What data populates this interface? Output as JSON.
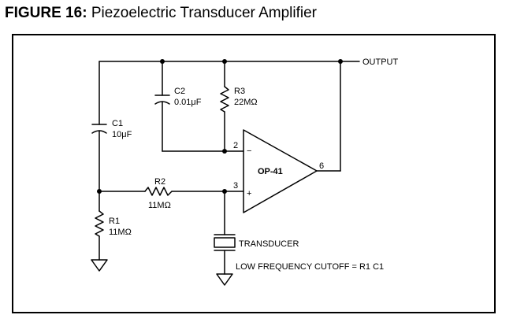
{
  "figure": {
    "number": "FIGURE 16:",
    "title": "Piezoelectric Transducer Amplifier"
  },
  "labels": {
    "output": "OUTPUT",
    "c1_name": "C1",
    "c1_value": "10μF",
    "c2_name": "C2",
    "c2_value": "0.01μF",
    "r1_name": "R1",
    "r1_value": "11MΩ",
    "r2_name": "R2",
    "r2_value": "11MΩ",
    "r3_name": "R3",
    "r3_value": "22MΩ",
    "opamp": "OP-41",
    "pin2": "2",
    "pin3": "3",
    "pin6": "6",
    "minus": "−",
    "plus": "+",
    "transducer": "TRANSDUCER",
    "cutoff_note": "LOW FREQUENCY CUTOFF = R1 C1"
  }
}
